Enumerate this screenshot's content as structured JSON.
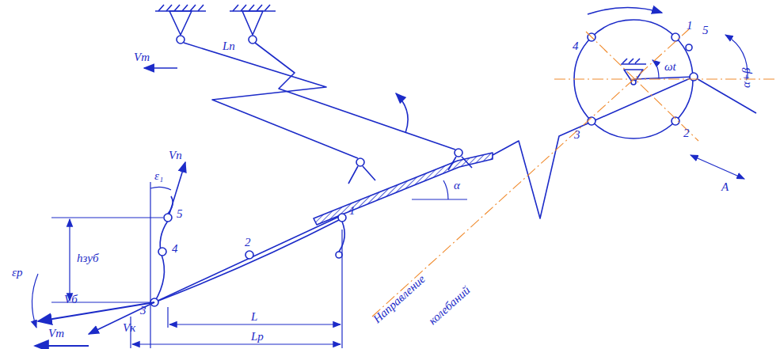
{
  "diagram": {
    "labels": [
      "Vт",
      "Lп",
      "α",
      "ωt",
      "1",
      "5",
      "α+β",
      "4",
      "3",
      "2",
      "A",
      "Vп",
      "ε₁",
      "5",
      "4",
      "hзуб",
      "εр",
      "2",
      "1",
      "Направление",
      "колебаний",
      "3",
      "Vб",
      "Vк",
      "L",
      "Lр",
      "Vт"
    ]
  }
}
